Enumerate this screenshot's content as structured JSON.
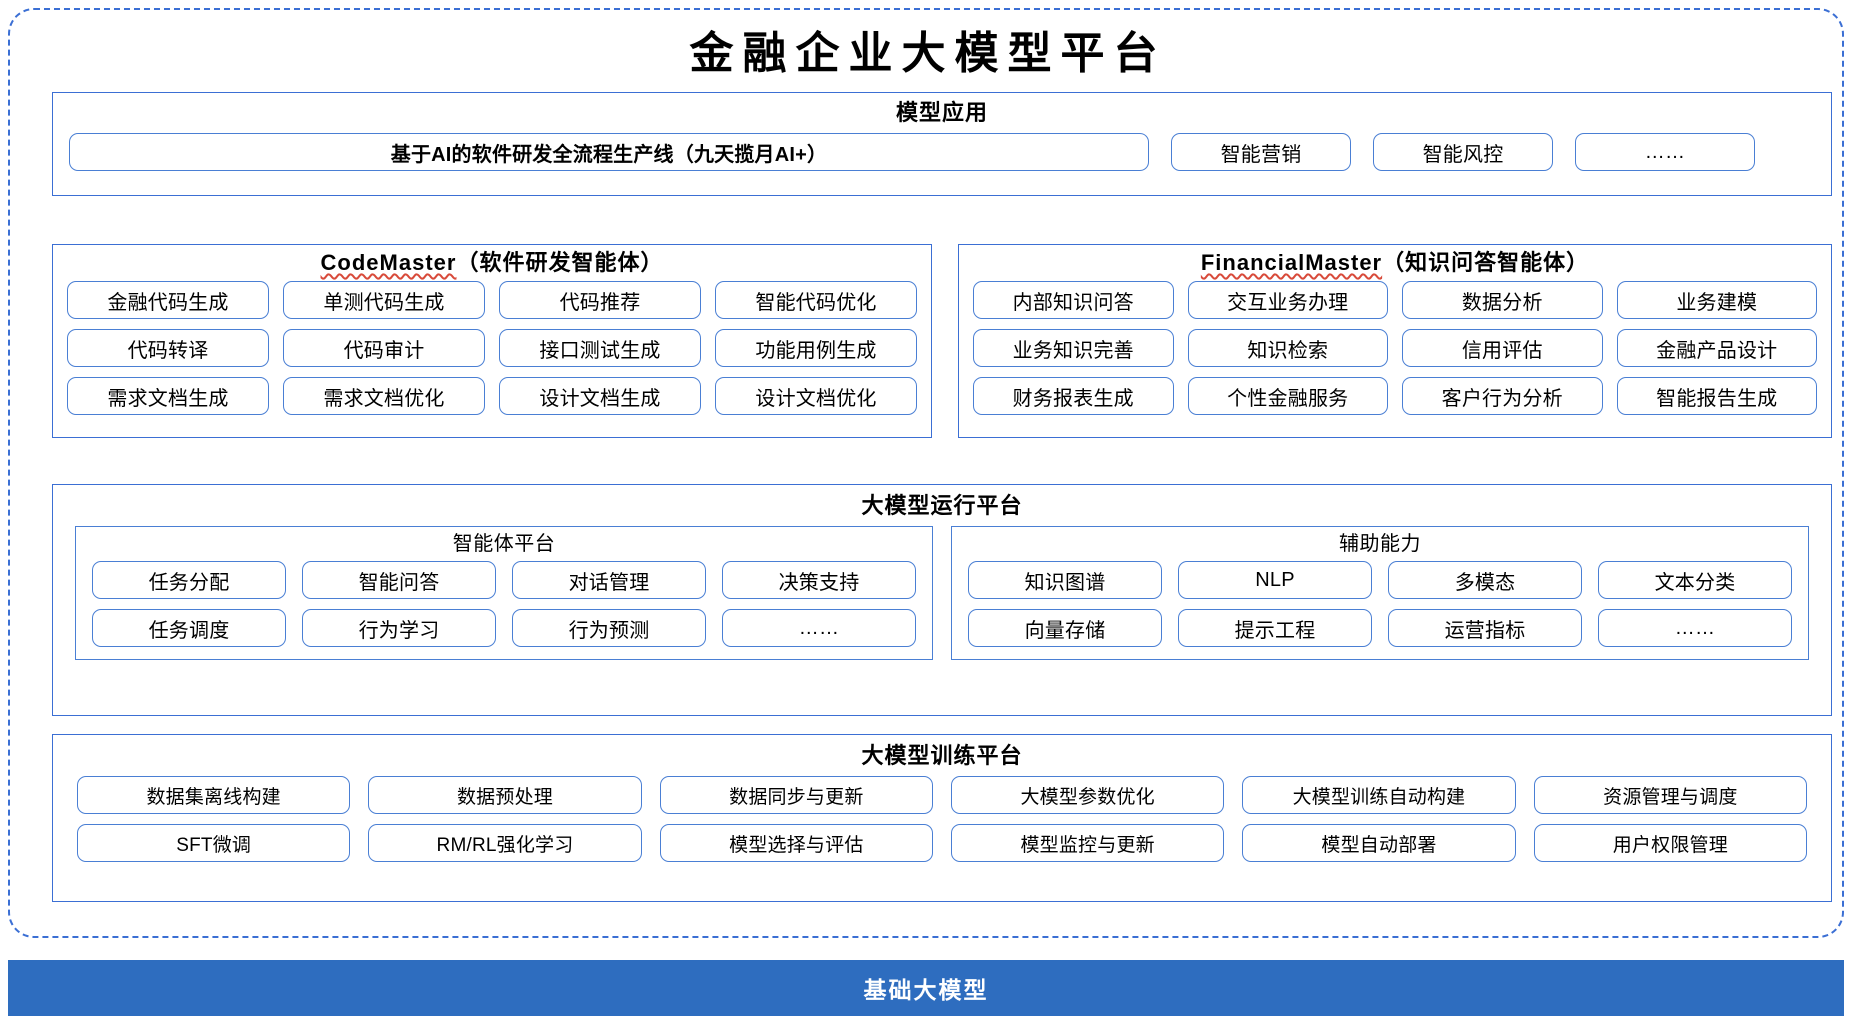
{
  "title": "金融企业大模型平台",
  "colors": {
    "frame_border": "#3b6fd4",
    "chip_border": "#4a7fd4",
    "base_bar_bg": "#2E6DBF",
    "spellcheck_underline": "#d84a3a",
    "text": "#000000"
  },
  "model_application": {
    "title": "模型应用",
    "primary": "基于AI的软件研发全流程生产线（九天揽月AI+）",
    "items": [
      "智能营销",
      "智能风控",
      "……"
    ]
  },
  "agents": [
    {
      "name": "CodeMaster",
      "suffix": "（软件研发智能体）",
      "items": [
        "金融代码生成",
        "单测代码生成",
        "代码推荐",
        "智能代码优化",
        "代码转译",
        "代码审计",
        "接口测试生成",
        "功能用例生成",
        "需求文档生成",
        "需求文档优化",
        "设计文档生成",
        "设计文档优化"
      ]
    },
    {
      "name": "FinancialMaster",
      "suffix": "（知识问答智能体）",
      "items": [
        "内部知识问答",
        "交互业务办理",
        "数据分析",
        "业务建模",
        "业务知识完善",
        "知识检索",
        "信用评估",
        "金融产品设计",
        "财务报表生成",
        "个性金融服务",
        "客户行为分析",
        "智能报告生成"
      ]
    }
  ],
  "runtime_platform": {
    "title": "大模型运行平台",
    "subpanels": [
      {
        "title": "智能体平台",
        "items": [
          "任务分配",
          "智能问答",
          "对话管理",
          "决策支持",
          "任务调度",
          "行为学习",
          "行为预测",
          "……"
        ]
      },
      {
        "title": "辅助能力",
        "items": [
          "知识图谱",
          "NLP",
          "多模态",
          "文本分类",
          "向量存储",
          "提示工程",
          "运营指标",
          "……"
        ]
      }
    ]
  },
  "training_platform": {
    "title": "大模型训练平台",
    "items": [
      "数据集离线构建",
      "数据预处理",
      "数据同步与更新",
      "大模型参数优化",
      "大模型训练自动构建",
      "资源管理与调度",
      "SFT微调",
      "RM/RL强化学习",
      "模型选择与评估",
      "模型监控与更新",
      "模型自动部署",
      "用户权限管理"
    ]
  },
  "base_model_bar": {
    "label": "基础大模型"
  }
}
